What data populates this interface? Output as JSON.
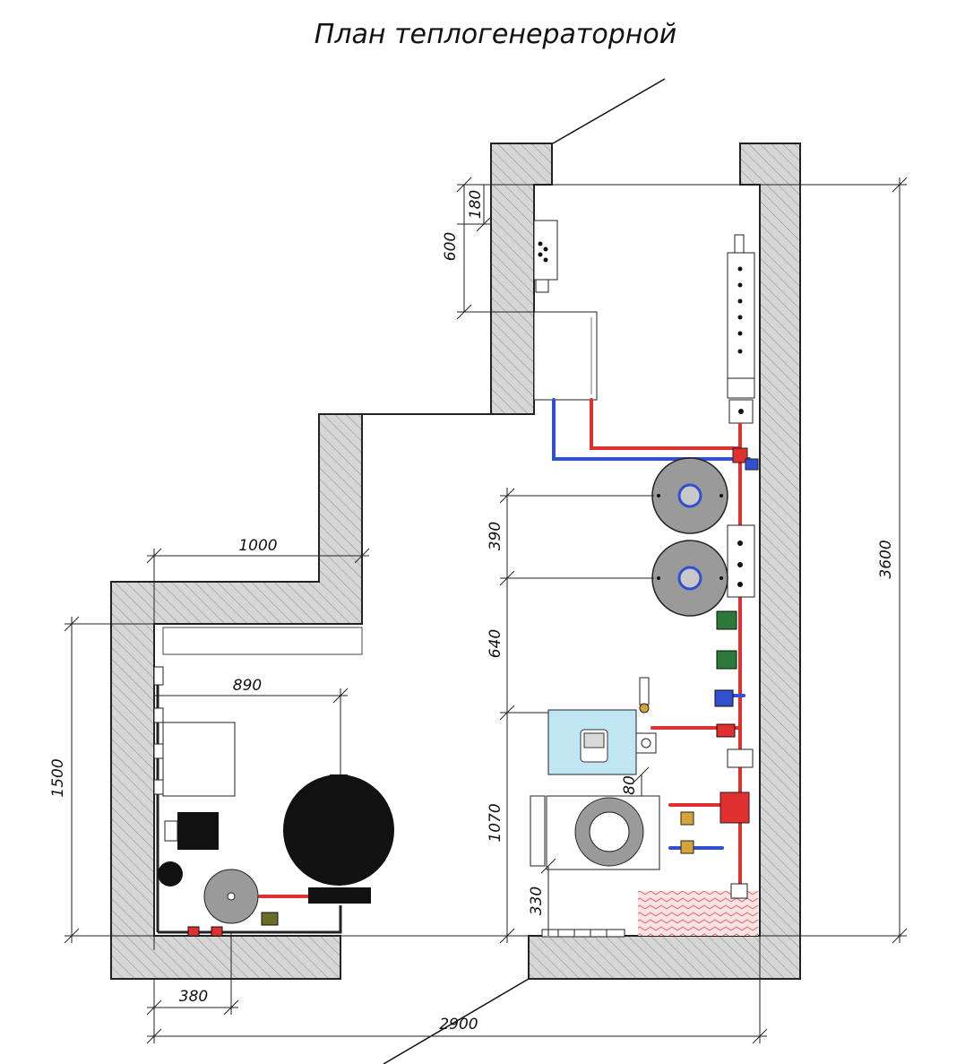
{
  "title": "План теплогенераторной",
  "dimensions": {
    "d180": "180",
    "d600": "600",
    "d1000": "1000",
    "d890": "890",
    "d1500": "1500",
    "d380": "380",
    "d390": "390",
    "d640": "640",
    "d1070": "1070",
    "d80": "80",
    "d330": "330",
    "d3600": "3600",
    "d2900": "2900"
  },
  "colors": {
    "wall_fill": "#d6d6d6",
    "supply_pipe": "#e03030",
    "return_pipe": "#3050d0",
    "tank": "#111111",
    "vessel": "#9a9a9a",
    "controller": "#bfe6f2",
    "heated_floor": "#f4b5b5"
  }
}
